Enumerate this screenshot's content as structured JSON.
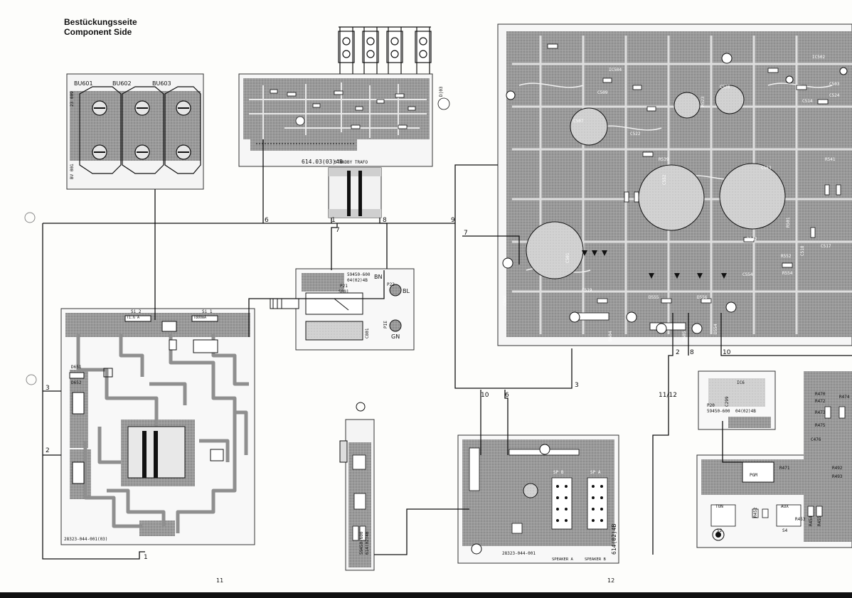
{
  "header": {
    "title_de": "Bestückungsseite",
    "title_en": "Component Side"
  },
  "pages": {
    "left": "11",
    "right": "12"
  },
  "boards": {
    "sockets": {
      "labels": [
        "BU601",
        "BU602",
        "BU603"
      ],
      "code": "23 009",
      "code2": "BV 001"
    },
    "preamp": {
      "code": "614.03(03)4B",
      "connector": "D|03"
    },
    "trafo": {
      "label": "STANDBY TRAFO"
    },
    "power": {
      "fuse1": "Si 2",
      "fuse1_val": "T1.6 A",
      "fuse2": "Si 1",
      "fuse2_val": "T800mA",
      "code": "28323-044-001(03)",
      "diode1": "D651",
      "diode2": "D652"
    },
    "switch": {
      "part": "59450-600",
      "code": "04(02)4B",
      "p": "P21",
      "s": "S801",
      "bn": "BN",
      "bl": "BL",
      "gn": "GN",
      "p22": "P22",
      "pie": "PIE",
      "c": "C801"
    },
    "main": {
      "labels": [
        "IC504",
        "C507",
        "IC502",
        "C503",
        "C524",
        "C514",
        "C526",
        "R539",
        "C552",
        "C553",
        "R542",
        "C517",
        "C554",
        "D604",
        "D605",
        "C502",
        "C501",
        "R501",
        "C518",
        "C519",
        "C509",
        "C522",
        "R523",
        "D554",
        "R552",
        "R541",
        "D555",
        "D556",
        "R554"
      ]
    },
    "speaker": {
      "labels": [
        "SP B",
        "SP A",
        "SPEAKER A",
        "SPEAKER B"
      ],
      "code": "614(02)4B",
      "code2": "28323-044-001"
    },
    "control": {
      "part": "59450-600",
      "code": "04(02)4B",
      "ic": "IC6",
      "p": "P20",
      "c": "C299",
      "pgm": "PGM",
      "tun": "TUN",
      "aux": "AUX",
      "s2": "S2",
      "s4": "S4",
      "refs": [
        "R470",
        "R471",
        "R472",
        "R473",
        "R474",
        "R475",
        "C476",
        "R492",
        "R493",
        "R452",
        "R453",
        "R454",
        "R455"
      ]
    },
    "slider": {
      "code": "614(02)4B",
      "part": "59450-600"
    }
  },
  "wire_labels": {
    "w1": "1",
    "w2": "2",
    "w3": "3",
    "w6": "6",
    "w7": "7",
    "w8": "8",
    "w9": "9",
    "w10": "10",
    "w11": "11/12",
    "left3": "3",
    "left2": "2",
    "left1": "1",
    "j7": "7",
    "j3": "3",
    "j2": "2",
    "j8": "8",
    "j10": "10",
    "s10": "10",
    "s6": "6"
  },
  "colors": {
    "board": "#8f8f8f",
    "trace": "#d8d8d8",
    "ink": "#111111",
    "paper": "#fdfdfb"
  }
}
